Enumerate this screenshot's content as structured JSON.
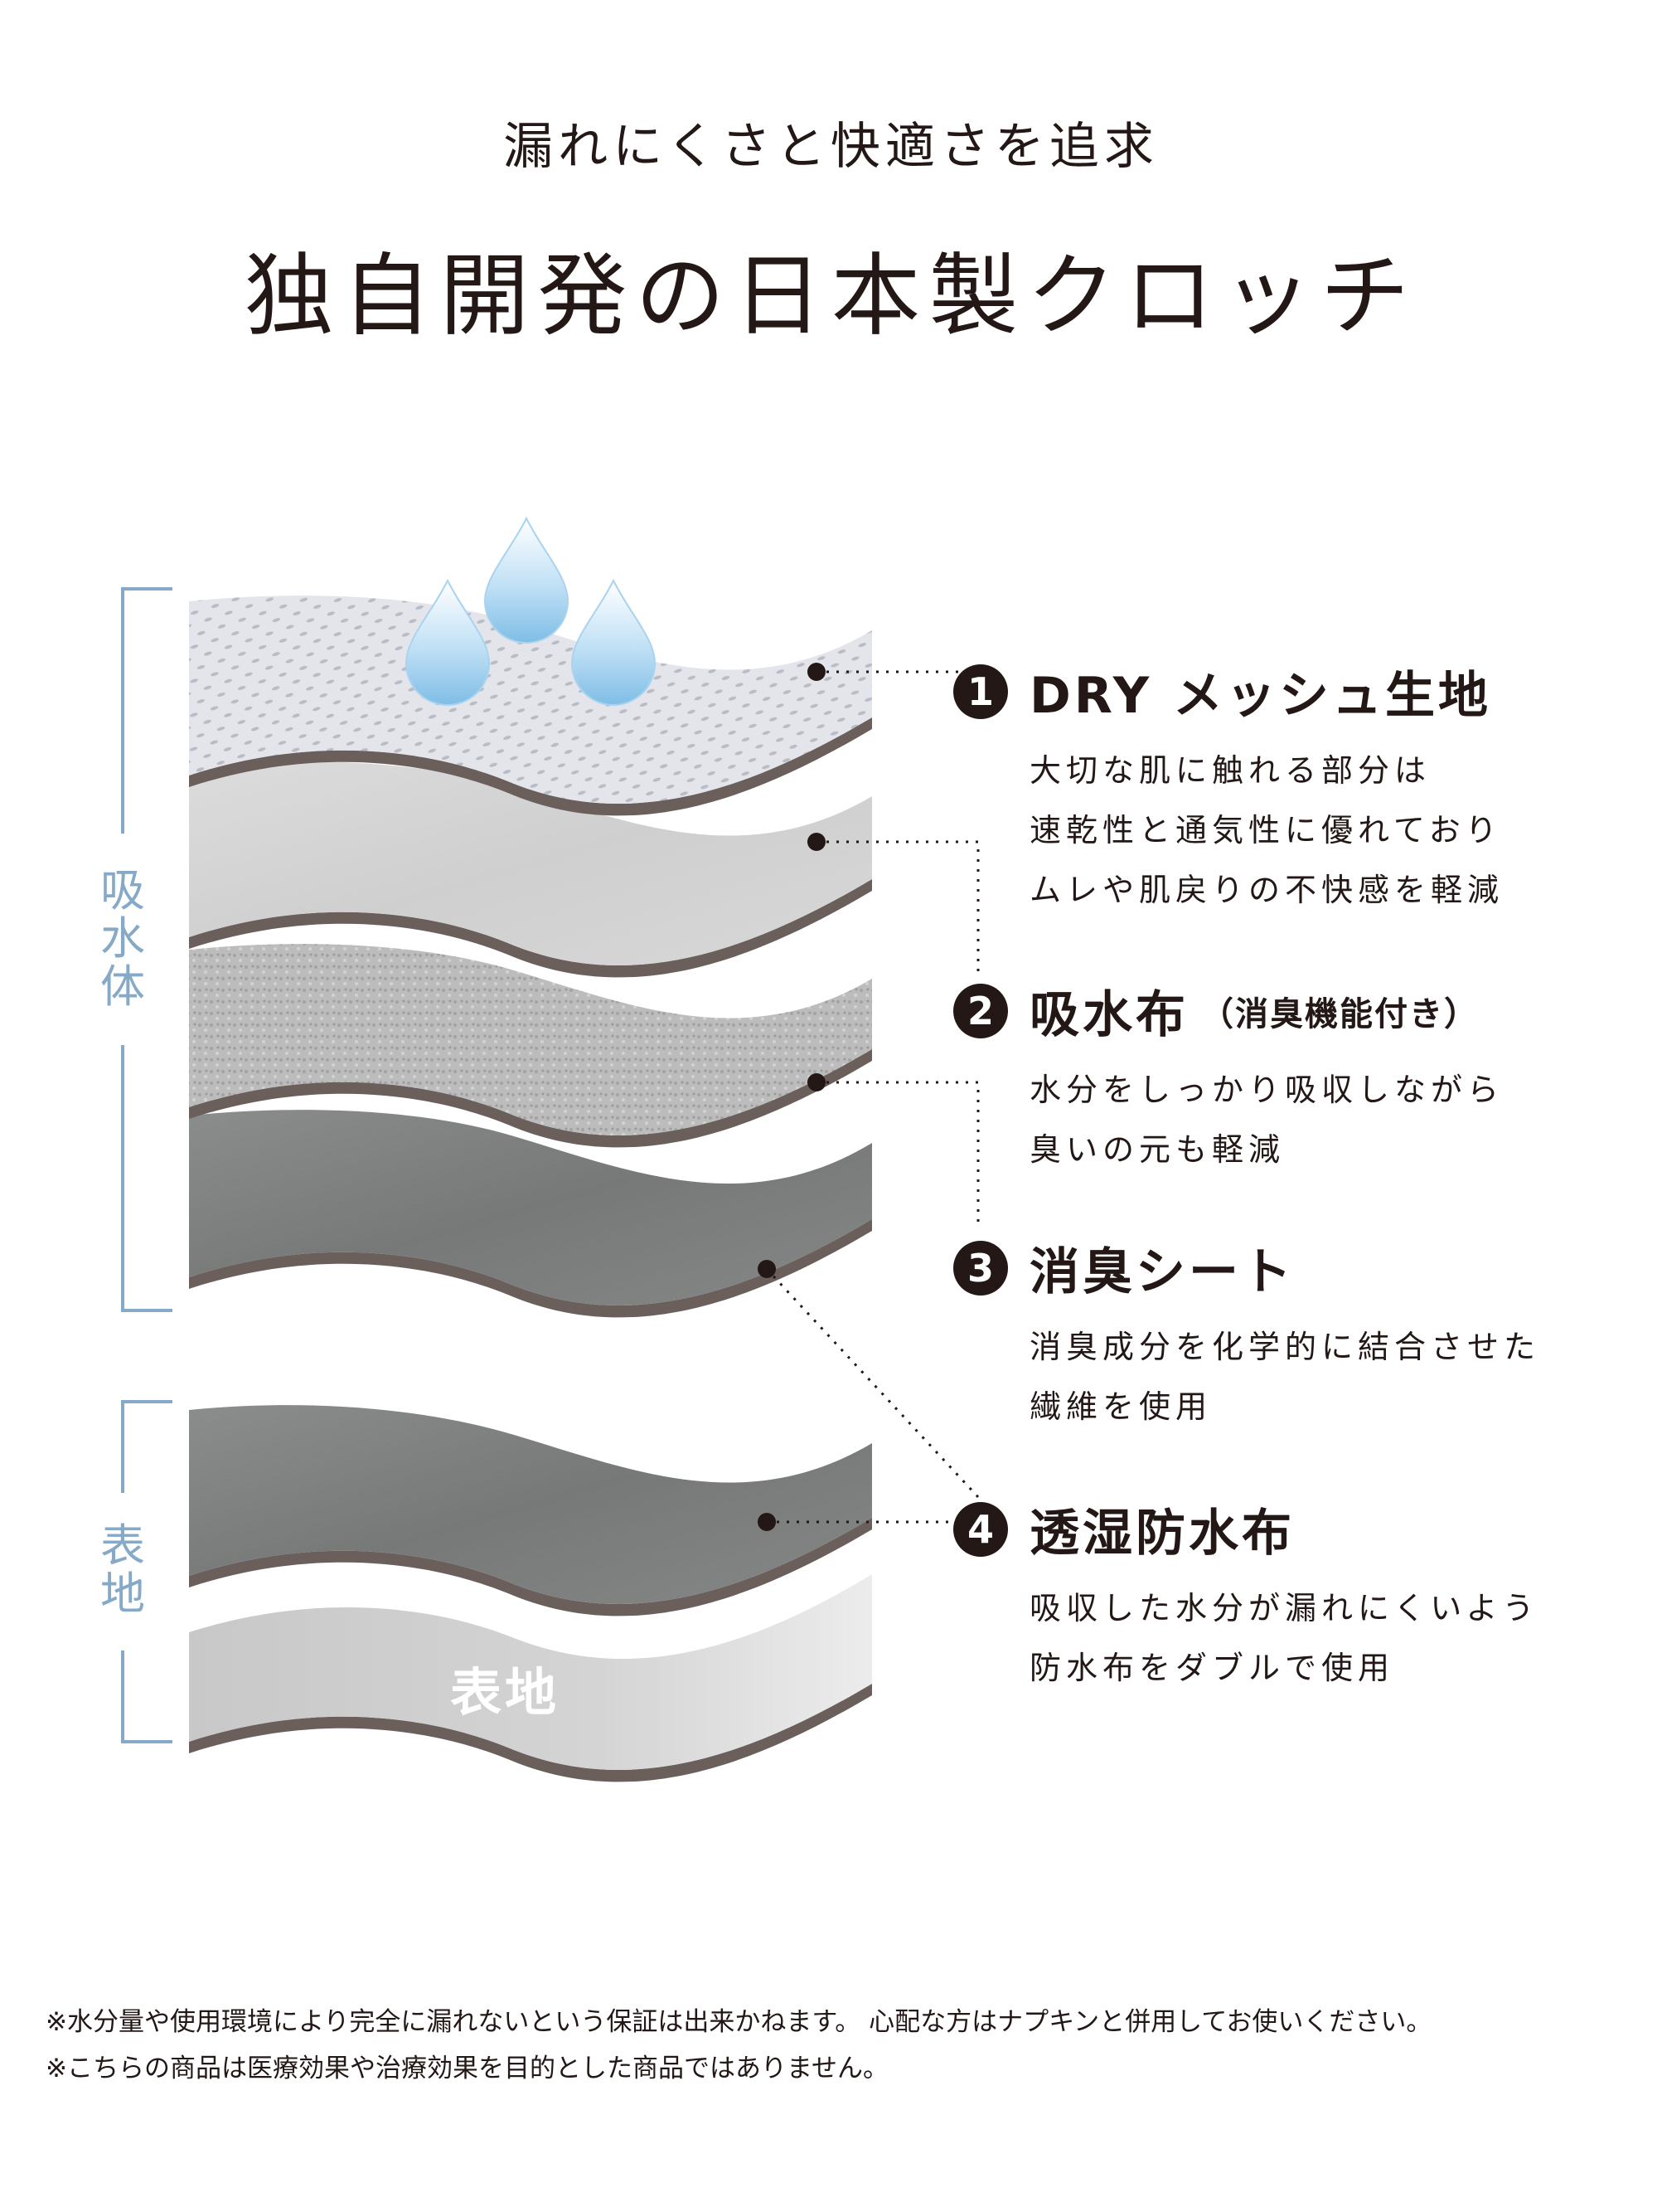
{
  "header": {
    "subtitle": "漏れにくさと快適さを追求",
    "title": "独自開発の日本製クロッチ"
  },
  "groups": {
    "absorbent": "吸水体",
    "surface": "表地"
  },
  "surface_layer_label": "表地",
  "layers": [
    {
      "number": "1",
      "title": "DRY メッシュ生地",
      "note": "",
      "desc": [
        "大切な肌に触れる部分は",
        "速乾性と通気性に優れており",
        "ムレや肌戻りの不快感を軽減"
      ]
    },
    {
      "number": "2",
      "title": "吸水布",
      "note": "（消臭機能付き）",
      "desc": [
        "水分をしっかり吸収しながら",
        "臭いの元も軽減"
      ]
    },
    {
      "number": "3",
      "title": "消臭シート",
      "note": "",
      "desc": [
        "消臭成分を化学的に結合させた",
        "繊維を使用"
      ]
    },
    {
      "number": "4",
      "title": "透湿防水布",
      "note": "",
      "desc": [
        "吸収した水分が漏れにくいよう",
        "防水布をダブルで使用"
      ]
    }
  ],
  "disclaimers": [
    "※水分量や使用環境により完全に漏れないという保証は出来かねます。 心配な方はナプキンと併用してお使いください。",
    "※こちらの商品は医療効果や治療効果を目的とした商品ではありません。"
  ],
  "colors": {
    "text": "#231815",
    "accent_blue": "#86a9c7",
    "edge": "#6b5f5c",
    "mesh": "#e2e4ea",
    "absorb": "#d4d4d4",
    "deodor": "#b8b8b8",
    "waterproof": "#7f8280",
    "surface": "#cfcfcf"
  },
  "icons": [
    "water-drop-icon"
  ]
}
